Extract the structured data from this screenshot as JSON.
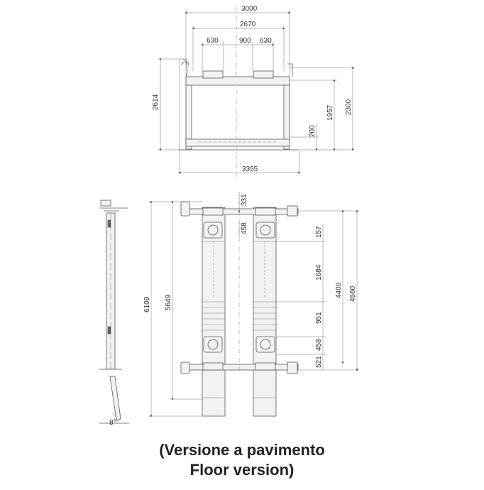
{
  "front_view": {
    "dims": {
      "overall_width": "3000",
      "inner_width": "2670",
      "left_pad": "630",
      "center_gap": "900",
      "right_pad": "630",
      "height_total": "2614",
      "lift_height": "2300",
      "mid_height": "1957",
      "min_height": "200",
      "base_width": "3355"
    }
  },
  "top_view": {
    "dims": {
      "total_length": "6109",
      "length_2": "5649",
      "length_3": "4560",
      "length_4": "4400",
      "offset_top": "331",
      "pad_spacing": "458",
      "small_1": "157",
      "mid_1": "1684",
      "mid_2": "951",
      "pad_spacing_2": "458",
      "bottom_offset": "521"
    }
  },
  "side_view": {
    "angle": "8°"
  },
  "caption": {
    "line1": "(Versione a pavimento",
    "line2": "Floor version)"
  }
}
